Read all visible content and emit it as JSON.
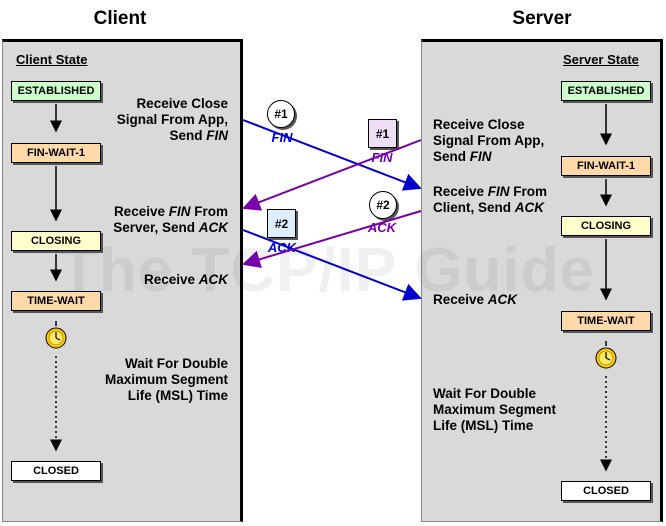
{
  "headers": {
    "client": "Client",
    "server": "Server"
  },
  "client": {
    "state_title": "Client State",
    "states": {
      "established": "ESTABLISHED",
      "fin_wait_1": "FIN-WAIT-1",
      "closing": "CLOSING",
      "time_wait": "TIME-WAIT",
      "closed": "CLOSED"
    },
    "events": {
      "close": [
        "Receive Close",
        "Signal From App,",
        "Send "
      ],
      "close_italic": "FIN",
      "recv_fin": [
        "Receive ",
        "FIN",
        " From",
        "Server, Send ",
        "ACK"
      ],
      "recv_ack": [
        "Receive ",
        "ACK"
      ],
      "wait": [
        "Wait For Double",
        "Maximum Segment",
        "Life (MSL) Time"
      ]
    }
  },
  "server": {
    "state_title": "Server State",
    "states": {
      "established": "ESTABLISHED",
      "fin_wait_1": "FIN-WAIT-1",
      "closing": "CLOSING",
      "time_wait": "TIME-WAIT",
      "closed": "CLOSED"
    },
    "events": {
      "close": [
        "Receive Close",
        "Signal From App,",
        "Send "
      ],
      "close_italic": "FIN",
      "recv_fin": [
        "Receive ",
        "FIN",
        " From",
        "Client, Send ",
        "ACK"
      ],
      "recv_ack": [
        "Receive ",
        "ACK"
      ],
      "wait": [
        "Wait For Double",
        "Maximum Segment",
        "Life (MSL) Time"
      ]
    }
  },
  "messages": {
    "client_fin": {
      "num": "#1",
      "label": "FIN"
    },
    "client_ack": {
      "num": "#2",
      "label": "ACK"
    },
    "server_fin": {
      "num": "#1",
      "label": "FIN"
    },
    "server_ack": {
      "num": "#2",
      "label": "ACK"
    }
  },
  "watermark": "The TCP/IP Guide",
  "colors": {
    "client_msg": "#0000cc",
    "server_msg": "#7700aa",
    "panel": "#d9d9d9"
  }
}
